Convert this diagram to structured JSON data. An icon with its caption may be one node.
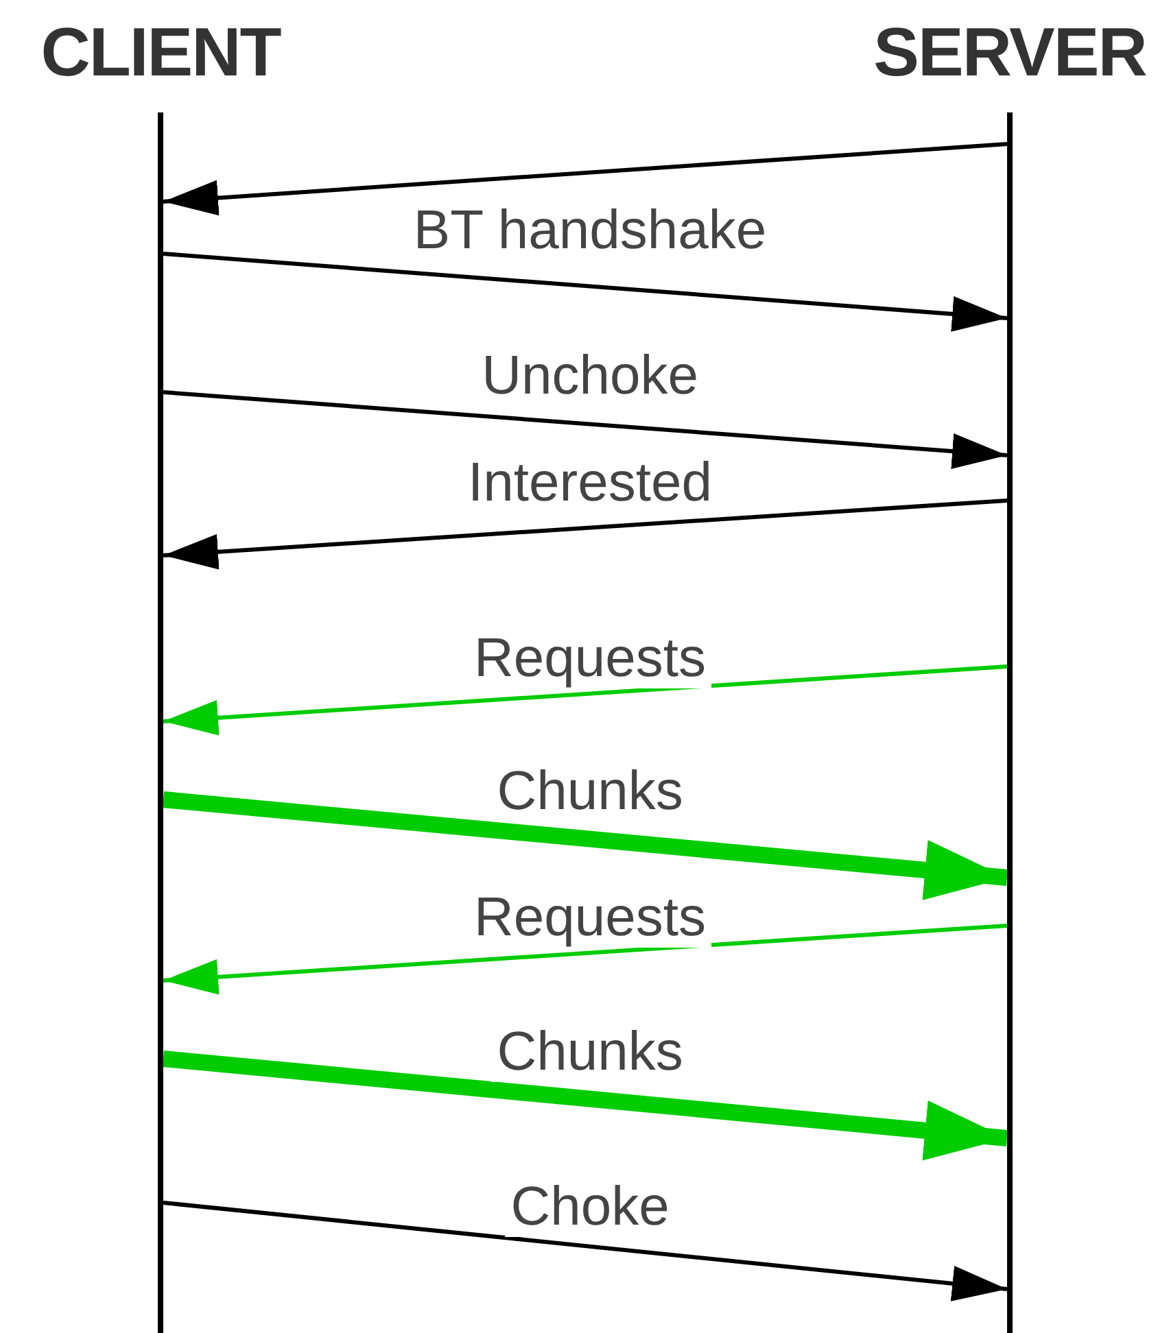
{
  "diagram": {
    "nodes": [
      {
        "text": [
          "CLIENT"
        ]
      },
      {
        "text": [
          "SERVER"
        ]
      }
    ],
    "edges": [
      {
        "from": 1,
        "to": 0,
        "arrow": "to"
      },
      {
        "from": 0,
        "to": 1,
        "arrow": "to",
        "label": "BT handshake"
      },
      {
        "from": 0,
        "to": 1,
        "arrow": "to",
        "label": "Unchoke"
      },
      {
        "from": 1,
        "to": 0,
        "arrow": "to",
        "label": "Interested"
      },
      {
        "from": 1,
        "to": 0,
        "arrow": "to",
        "label": "Requests",
        "color": "#00cc00"
      },
      {
        "from": 0,
        "to": 1,
        "arrow": "to",
        "label": "Chunks",
        "color": "#00cc00",
        "style": "thick"
      },
      {
        "from": 1,
        "to": 0,
        "arrow": "to",
        "label": "Requests",
        "color": "#00cc00"
      },
      {
        "from": 0,
        "to": 1,
        "arrow": "to",
        "label": "Chunks",
        "color": "#00cc00",
        "style": "thick"
      },
      {
        "from": 0,
        "to": 1,
        "arrow": "to",
        "label": "Choke"
      }
    ]
  }
}
